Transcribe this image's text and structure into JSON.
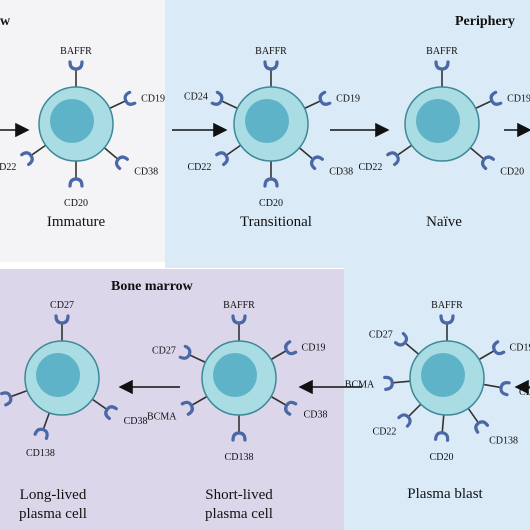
{
  "regions": {
    "bone_marrow_top": "w",
    "periphery": "Periphery",
    "bone_marrow": "Bone marrow"
  },
  "stages": {
    "immature": "Immature",
    "transitional": "Transitional",
    "naive": "Naïve",
    "plasma_blast": "Plasma blast",
    "short_lived_line1": "Short-lived",
    "short_lived_line2": "plasma cell",
    "long_lived_line1": "Long-lived",
    "long_lived_line2": "plasma cell"
  },
  "receptors": {
    "baffr": "BAFFR",
    "cd19": "CD19",
    "cd20": "CD20",
    "cd22": "CD22",
    "cd24": "CD24",
    "cd27": "CD27",
    "cd38": "CD38",
    "cd138": "CD138",
    "bcma": "BCMA"
  },
  "colors": {
    "bg_marrow_top": "#f4f4f7",
    "bg_periphery": "#dbeaf7",
    "bg_marrow_bottom": "#dcd6ea",
    "cell_outer": "#a9dce3",
    "cell_inner": "#5fb3c8",
    "cell_stroke": "#3d8899",
    "receptor": "#4a68a6"
  }
}
